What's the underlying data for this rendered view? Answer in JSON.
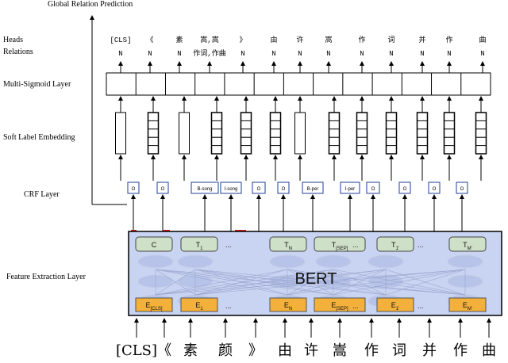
{
  "title": "Global Relation Prediction",
  "layer_labels": {
    "heads": "Heads",
    "relations": "Relations",
    "multi_sigmoid": "Multi-Sigmoid Layer",
    "soft_label": "Soft Label Embedding",
    "crf": "CRF Layer",
    "feature_extraction": "Feature Extraction Layer"
  },
  "tokens_top": [
    "[CLS]",
    "《",
    "素",
    "嵩,嵩",
    "》",
    "由",
    "许",
    "嵩",
    "作",
    "词",
    "并",
    "作",
    "曲"
  ],
  "relations_row": [
    "N",
    "N",
    "N",
    "作词,作曲",
    "N",
    "N",
    "N",
    "N",
    "N",
    "N",
    "N",
    "N",
    "N"
  ],
  "crf_tags": [
    "O",
    "O",
    "B-song",
    "I-song",
    "O",
    "O",
    "B-per",
    "I-per",
    "O",
    "O",
    "O",
    "O"
  ],
  "bert": {
    "title": "BERT",
    "top_tokens": [
      {
        "main": "C",
        "sub": ""
      },
      {
        "main": "T",
        "sub": "1"
      },
      {
        "main": "T",
        "sub": "N"
      },
      {
        "main": "T",
        "sub": "[SEP]"
      },
      {
        "main": "T",
        "sub": "1'"
      },
      {
        "main": "T",
        "sub": "M'"
      }
    ],
    "bottom_tokens": [
      {
        "main": "E",
        "sub": "[CLS]"
      },
      {
        "main": "E",
        "sub": "1"
      },
      {
        "main": "E",
        "sub": "N"
      },
      {
        "main": "E",
        "sub": "[SEP]"
      },
      {
        "main": "E",
        "sub": "1'"
      },
      {
        "main": "E",
        "sub": "M'"
      }
    ],
    "ellipsis": "..."
  },
  "input_chars": [
    "[CLS]",
    "《",
    "素",
    "颜",
    "》",
    "由",
    "许",
    "嵩",
    "作",
    "词",
    "并",
    "作",
    "曲"
  ],
  "colors": {
    "bert_bg": "#c9d4f2",
    "token_box": "#cfe0c8",
    "emb_box": "#f3b13b",
    "crf_border": "#1f3f9a",
    "marker_red": "#e02020"
  }
}
